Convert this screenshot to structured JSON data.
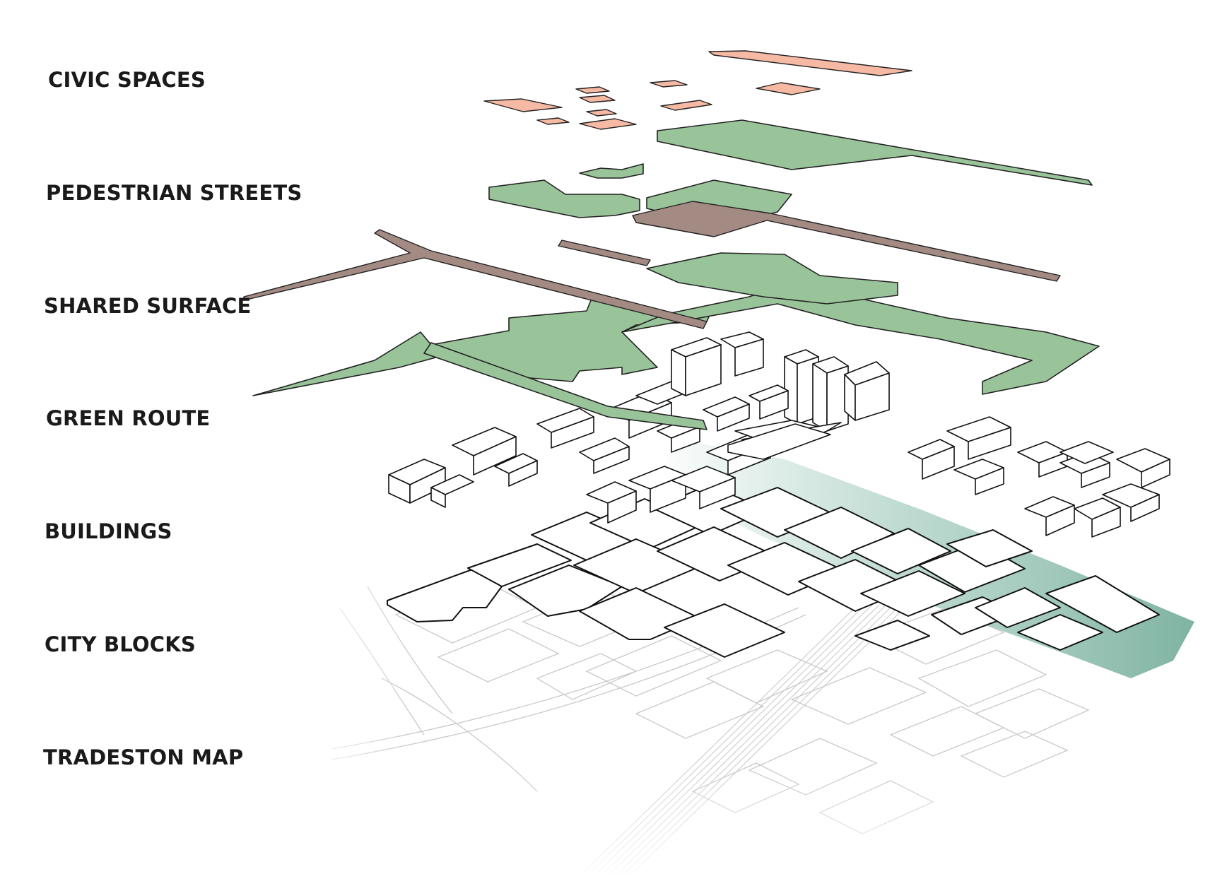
{
  "labels": [
    "CIVIC SPACES",
    "PEDESTRIAN STREETS",
    "SHARED SURFACE",
    "GREEN ROUTE",
    "BUILDINGS",
    "CITY BLOCKS",
    "TRADESTON MAP"
  ],
  "colors": {
    "civic": "#f6b9a3",
    "green": "#99c49a",
    "shared": "#a38b84",
    "river": "#a9cfc2",
    "map_lines": "#c9c9c9",
    "outline": "#111111"
  }
}
